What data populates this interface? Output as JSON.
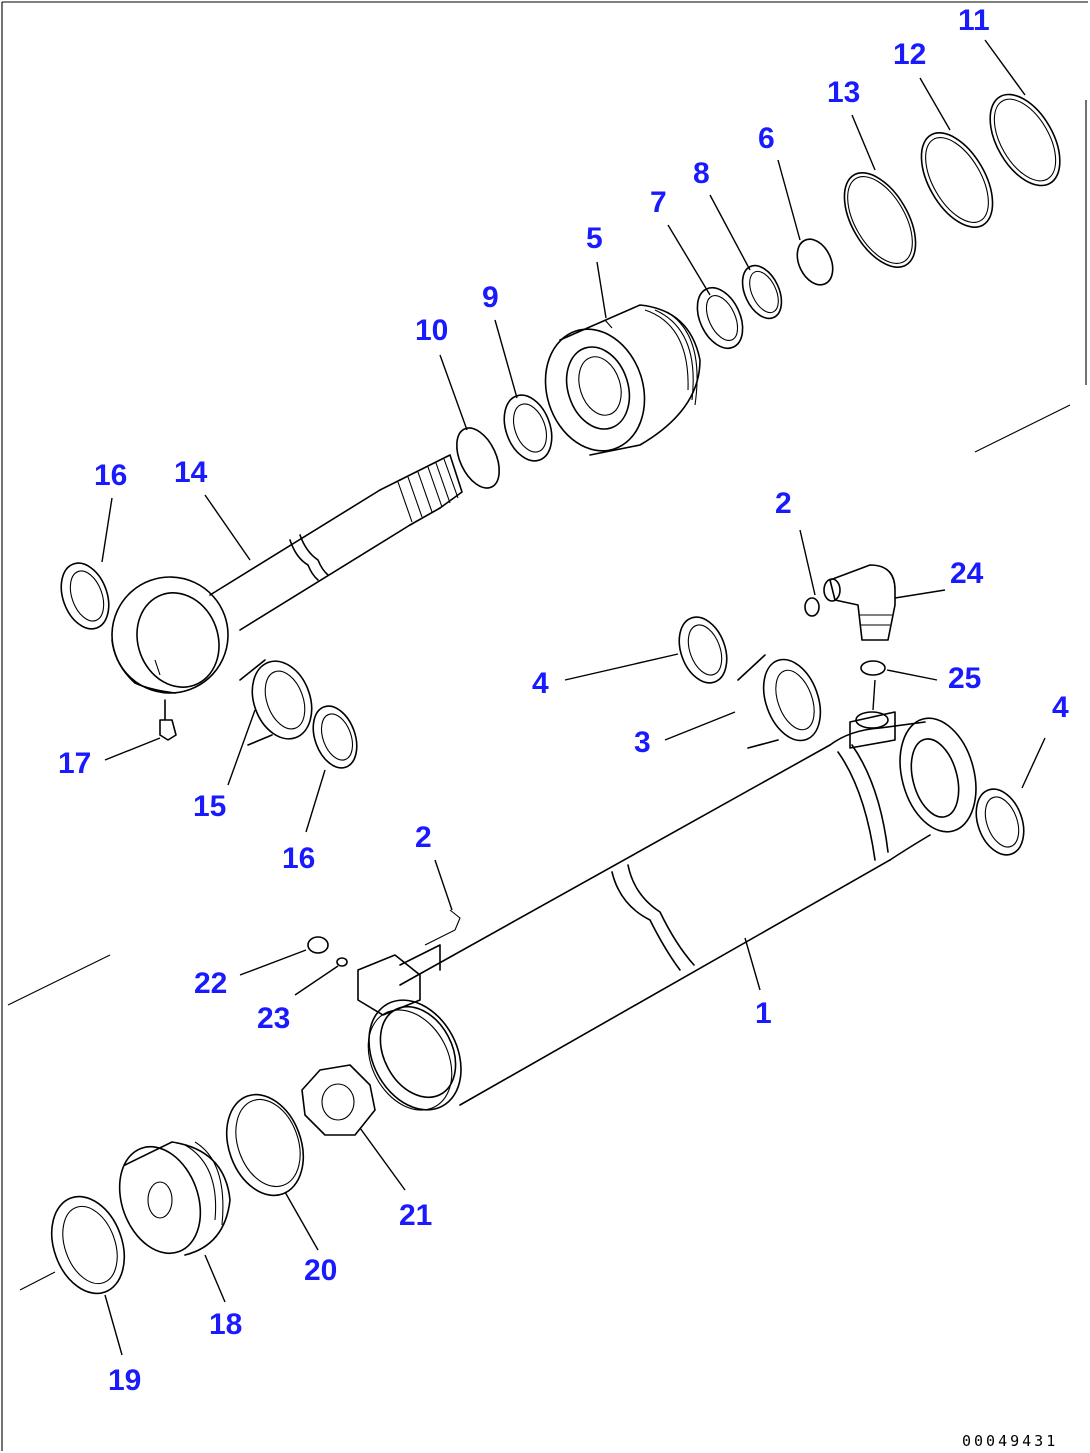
{
  "diagram_code": "00049431",
  "callouts": {
    "c1": "1",
    "c2a": "2",
    "c2b": "2",
    "c3": "3",
    "c4a": "4",
    "c4b": "4",
    "c5": "5",
    "c6": "6",
    "c7": "7",
    "c8": "8",
    "c9": "9",
    "c10": "10",
    "c11": "11",
    "c12": "12",
    "c13": "13",
    "c14": "14",
    "c15": "15",
    "c16a": "16",
    "c16b": "16",
    "c17": "17",
    "c18": "18",
    "c19": "19",
    "c20": "20",
    "c21": "21",
    "c22": "22",
    "c23": "23",
    "c24": "24",
    "c25": "25"
  }
}
